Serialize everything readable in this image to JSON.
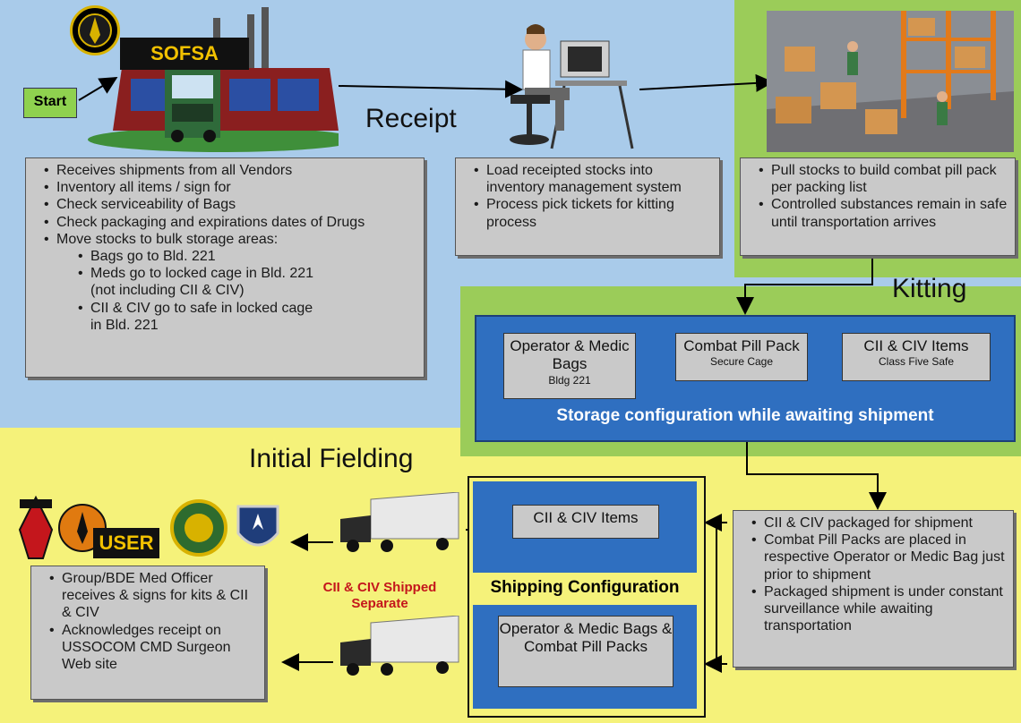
{
  "start_label": "Start",
  "sofsa_label": "SOFSA",
  "receipt": {
    "heading": "Receipt",
    "box1_items": [
      "Receives shipments from all Vendors",
      "Inventory all items / sign for",
      "Check serviceability of Bags",
      "Check packaging and expirations dates of Drugs",
      "Move stocks to bulk storage areas:"
    ],
    "box1_sub": [
      "Bags go to Bld. 221",
      "Meds go to locked cage in Bld. 221",
      "(not including CII & CIV)",
      "CII & CIV go to safe in locked cage",
      "in Bld. 221"
    ],
    "box2_items": [
      "Load receipted stocks into inventory management system",
      "Process pick tickets for kitting process"
    ]
  },
  "kitting": {
    "heading": "Kitting",
    "box_items": [
      "Pull stocks to build combat pill pack per packing list",
      "Controlled substances remain in safe until transportation arrives"
    ],
    "storage": {
      "title": "Storage configuration while awaiting shipment",
      "cells": [
        {
          "title": "Operator & Medic Bags",
          "sub": "Bldg 221"
        },
        {
          "title": "Combat Pill Pack",
          "sub": "Secure Cage"
        },
        {
          "title": "CII & CIV Items",
          "sub": "Class Five Safe"
        }
      ]
    }
  },
  "fielding": {
    "heading": "Initial Fielding",
    "user_label": "USER",
    "user_items": [
      "Group/BDE Med Officer receives & signs for kits & CII & CIV",
      "Acknowledges receipt on USSOCOM CMD Surgeon Web site"
    ],
    "shipped_separate": "CII & CIV Shipped Separate",
    "shipping": {
      "title": "Shipping Configuration",
      "top": "CII & CIV Items",
      "bottom": "Operator & Medic Bags & Combat Pill Packs"
    },
    "right_items": [
      "CII & CIV packaged for shipment",
      "Combat Pill Packs are placed in respective Operator or Medic Bag just prior to shipment",
      "Packaged shipment is under constant surveillance while awaiting transportation"
    ]
  },
  "colors": {
    "receipt_bg": "#a9cbea",
    "kitting_bg": "#9bcc59",
    "fielding_bg": "#f5f27a",
    "panel_blue": "#2f6fc0"
  }
}
